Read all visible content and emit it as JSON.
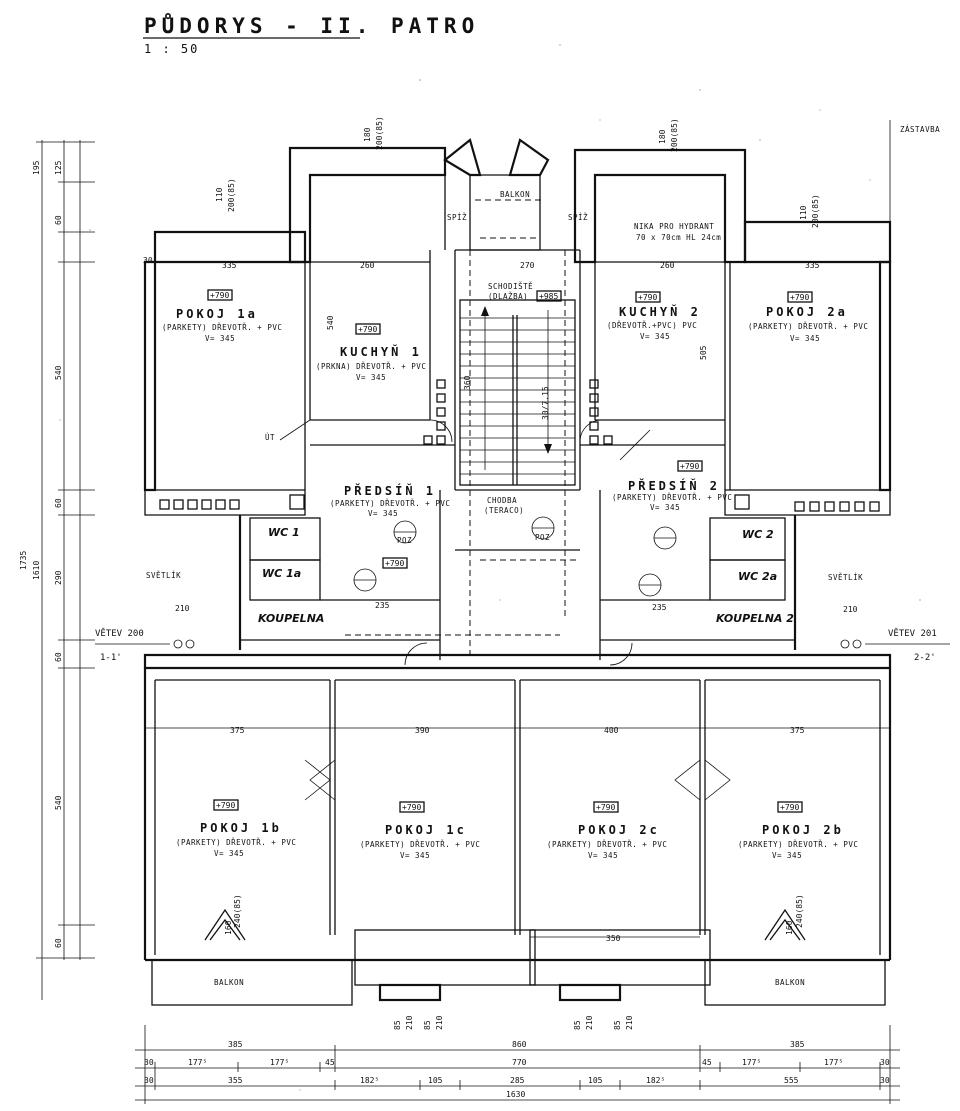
{
  "title": "PŮDORYS - II. PATRO",
  "scale": "1 : 50",
  "top_right_label": "ZÁSTAVBA",
  "branch_left": "VĚTEV 200",
  "branch_right": "VĚTEV 201",
  "section_left": "1-1'",
  "section_right": "2-2'",
  "rooms": {
    "pokoj_1a": {
      "name": "POKOJ 1a",
      "level": "+790",
      "floor": "(PARKETY) DŘEVOTŘ. + PVC",
      "height": "V= 345"
    },
    "kuchyn_1": {
      "name": "KUCHYŇ 1",
      "level": "+790",
      "floor": "(PRKNA) DŘEVOTŘ. + PVC",
      "height": "V= 345"
    },
    "schodiste": {
      "name": "SCHODIŠTĚ",
      "floor": "(DLAŽBA)",
      "level": "+985"
    },
    "kuchyn_2": {
      "name": "KUCHYŇ 2",
      "level": "+790",
      "floor": "(DŘEVOTŘ.+PVC) PVC",
      "height": "V= 345"
    },
    "pokoj_2a": {
      "name": "POKOJ 2a",
      "level": "+790",
      "floor": "(PARKETY) DŘEVOTŘ. + PVC",
      "height": "V= 345"
    },
    "predsin_1": {
      "name": "PŘEDSÍŇ 1",
      "floor": "(PARKETY) DŘEVOTŘ. + PVC",
      "height": "V= 345",
      "level": "+790"
    },
    "chodba": {
      "name": "CHODBA",
      "floor": "(TERACO)"
    },
    "predsin_2": {
      "name": "PŘEDSÍŇ 2",
      "floor": "(PARKETY) DŘEVOTŘ. + PVC",
      "height": "V= 345",
      "level": "+790"
    },
    "wc_1": {
      "name": "WC 1"
    },
    "wc_1a": {
      "name": "WC 1a"
    },
    "koupelna_1": {
      "name": "KOUPELNA"
    },
    "wc_2": {
      "name": "WC 2"
    },
    "wc_2a": {
      "name": "WC 2a"
    },
    "koupelna_2": {
      "name": "KOUPELNA 2"
    },
    "pokoj_1b": {
      "name": "POKOJ 1b",
      "level": "+790",
      "floor": "(PARKETY) DŘEVOTŘ. + PVC",
      "height": "V= 345"
    },
    "pokoj_1c": {
      "name": "POKOJ 1c",
      "level": "+790",
      "floor": "(PARKETY) DŘEVOTŘ. + PVC",
      "height": "V= 345"
    },
    "pokoj_2c": {
      "name": "POKOJ 2c",
      "level": "+790",
      "floor": "(PARKETY) DŘEVOTŘ. + PVC",
      "height": "V= 345"
    },
    "pokoj_2b": {
      "name": "POKOJ 2b",
      "level": "+790",
      "floor": "(PARKETY) DŘEVOTŘ. + PVC",
      "height": "V= 345"
    }
  },
  "labels": {
    "balkon_top": "BALKON",
    "balkon_left": "BALKON",
    "balkon_right": "BALKON",
    "svetlik_left": "SVĚTLÍK",
    "svetlik_right": "SVĚTLÍK",
    "spiz_left": "SPÍŽ",
    "spiz_right": "SPÍŽ",
    "hydrant": "NIKA PRO HYDRANT",
    "hydrant_dim": "70 x 70cm HL 24cm",
    "poz_1": "POZ",
    "poz_2": "POZ",
    "ut": "ÚT"
  },
  "dimensions": {
    "d_335_left": "335",
    "d_260_left": "260",
    "d_270": "270",
    "d_260_right": "260",
    "d_335_right": "335",
    "d_375_left": "375",
    "d_390": "390",
    "d_400": "400",
    "d_375_right": "375",
    "d_235_left": "235",
    "d_235_right": "235",
    "d_210_left": "210",
    "d_210_right": "210",
    "d_350": "350",
    "d_30": "30",
    "b1_385_left": "385",
    "b1_860": "860",
    "b1_385_right": "385",
    "b2_30a": "30",
    "b2_1775a": "177⁵",
    "b2_1775b": "177⁵",
    "b2_45a": "45",
    "b2_770": "770",
    "b2_45b": "45",
    "b2_1775c": "177⁵",
    "b2_1775d": "177⁵",
    "b2_30b": "30",
    "b3_30a": "30",
    "b3_355": "355",
    "b3_1825a": "182⁵",
    "b3_105a": "105",
    "b3_285": "285",
    "b3_105b": "105",
    "b3_1825b": "182⁵",
    "b3_555": "555",
    "b3_30b": "30",
    "total_bottom": "1630",
    "left_195": "195",
    "left_125": "125",
    "left_60a": "60",
    "left_540a": "540",
    "left_60b": "60",
    "left_290": "290",
    "left_60c": "60",
    "left_540b": "540",
    "left_60d": "60",
    "left_1735": "1735",
    "left_1610": "1610",
    "win_1": "110",
    "win_1b": "200(85)",
    "win_2": "110",
    "win_2b": "200(85)",
    "win_3": "180",
    "win_3b": "200(85)",
    "win_4": "180",
    "win_4b": "200(85)",
    "win_5": "160",
    "win_5b": "240(85)",
    "win_6": "160",
    "win_6b": "240(85)",
    "d_540_kitchen": "540",
    "d_505": "505",
    "d_360": "360",
    "d_30_715": "30/7.15",
    "bot_85a": "85",
    "bot_210a": "210",
    "bot_85b": "85",
    "bot_210b": "210",
    "bot_85c": "85",
    "bot_210c": "210",
    "bot_85d": "85",
    "bot_210d": "210"
  },
  "colors": {
    "ink": "#111111",
    "paper": "#ffffff"
  }
}
